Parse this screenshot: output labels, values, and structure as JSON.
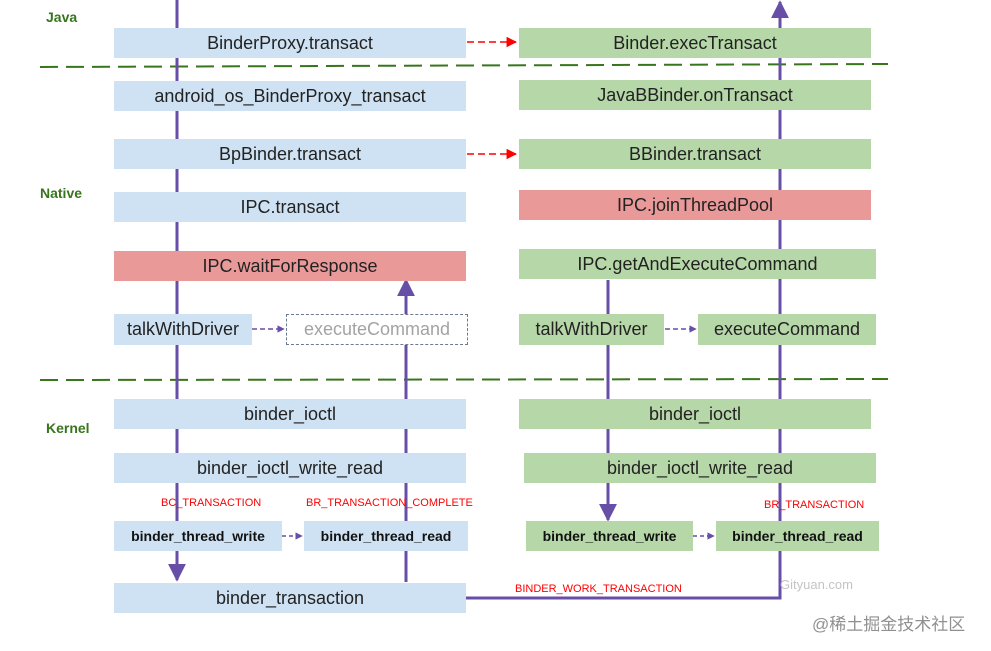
{
  "layers": {
    "java": "Java",
    "native": "Native",
    "kernel": "Kernel"
  },
  "client": {
    "binderproxy_transact": "BinderProxy.transact",
    "android_os_binderproxy_transact": "android_os_BinderProxy_transact",
    "bpbinder_transact": "BpBinder.transact",
    "ipc_transact": "IPC.transact",
    "ipc_wait_for_response": "IPC.waitForResponse",
    "talk_with_driver": "talkWithDriver",
    "execute_command": "executeCommand",
    "binder_ioctl": "binder_ioctl",
    "binder_ioctl_write_read": "binder_ioctl_write_read",
    "binder_thread_write": "binder_thread_write",
    "binder_thread_read": "binder_thread_read",
    "binder_transaction": "binder_transaction"
  },
  "server": {
    "binder_exec_transact": "Binder.execTransact",
    "javabbinder_on_transact": "JavaBBinder.onTransact",
    "bbinder_transact": "BBinder.transact",
    "ipc_join_thread_pool": "IPC.joinThreadPool",
    "ipc_get_and_execute_command": "IPC.getAndExecuteCommand",
    "talk_with_driver": "talkWithDriver",
    "execute_command": "executeCommand",
    "binder_ioctl": "binder_ioctl",
    "binder_ioctl_write_read": "binder_ioctl_write_read",
    "binder_thread_write": "binder_thread_write",
    "binder_thread_read": "binder_thread_read"
  },
  "commands": {
    "bc_transaction": "BC_TRANSACTION",
    "br_transaction_complete": "BR_TRANSACTION_COMPLETE",
    "br_transaction": "BR_TRANSACTION",
    "binder_work_transaction": "BINDER_WORK_TRANSACTION"
  },
  "watermarks": {
    "gityuan": "Gityuan.com",
    "juejin": "@稀土掘金技术社区"
  },
  "colors": {
    "client_box": "#cfe2f3",
    "server_box": "#b6d7a8",
    "highlight_box": "#ea9999",
    "flow_line": "#674ea7",
    "call_arrow": "#ff0000",
    "layer_divider": "#38761d",
    "layer_label": "#38761d",
    "command_label": "#ff0000"
  }
}
